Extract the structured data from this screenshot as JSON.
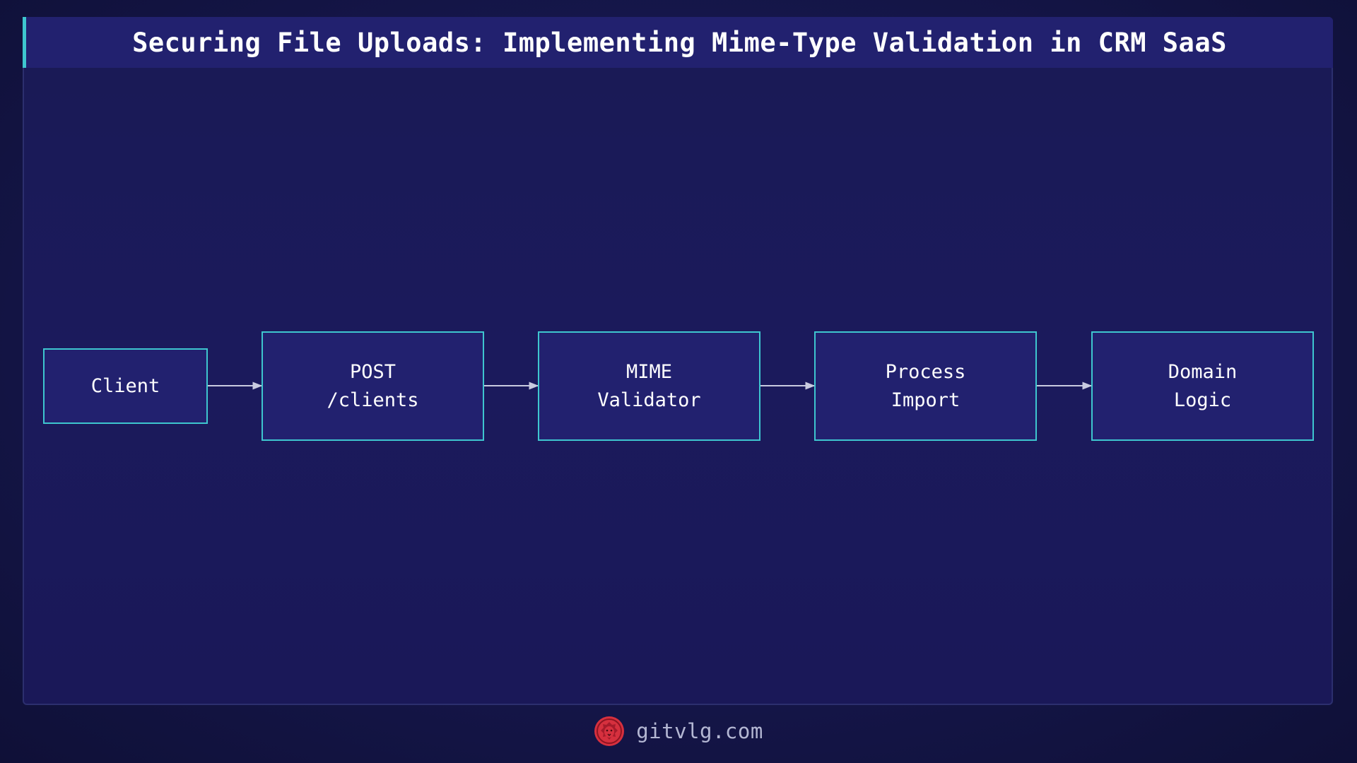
{
  "title": "Securing File Uploads: Implementing Mime-Type Validation in CRM SaaS",
  "nodes": [
    {
      "id": "client",
      "label": "Client"
    },
    {
      "id": "post",
      "label": "POST\n/clients"
    },
    {
      "id": "mime",
      "label": "MIME\nValidator"
    },
    {
      "id": "process",
      "label": "Process\nImport"
    },
    {
      "id": "domain",
      "label": "Domain\nLogic"
    }
  ],
  "edges": [
    {
      "from": "client",
      "to": "post"
    },
    {
      "from": "post",
      "to": "mime"
    },
    {
      "from": "mime",
      "to": "process"
    },
    {
      "from": "process",
      "to": "domain"
    }
  ],
  "footer": {
    "site": "gitvlg.com",
    "logo_icon": "lion-head-icon"
  },
  "colors": {
    "background": "#15164a",
    "node_fill": "#22216f",
    "node_border": "#3ec6cf",
    "accent": "#3ec6cf",
    "edge": "#c9cbe0",
    "logo": "#d6303e"
  }
}
